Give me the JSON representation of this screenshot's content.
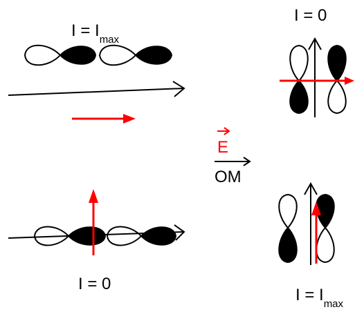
{
  "colors": {
    "field_arrow": "#ff0000",
    "axis": "#000000",
    "lobe_filled": "#000000",
    "lobe_empty": "#ffffff"
  },
  "labels": {
    "top_left": {
      "prefix": "I = I",
      "sub": "max"
    },
    "top_right": {
      "text": "I = 0"
    },
    "bottom_left": {
      "text": "I = 0"
    },
    "bottom_right": {
      "prefix": "I = I",
      "sub": "max"
    }
  },
  "center_legend": {
    "field_symbol": "E",
    "operator": "OM"
  },
  "panels": [
    {
      "name": "top-left",
      "orbital_orientation": "horizontal",
      "field": "parallel-to-axis",
      "intensity": "I = Imax"
    },
    {
      "name": "top-right",
      "orbital_orientation": "vertical",
      "field": "perpendicular-to-axis",
      "intensity": "I = 0"
    },
    {
      "name": "bottom-left",
      "orbital_orientation": "horizontal",
      "field": "perpendicular-to-axis",
      "intensity": "I = 0"
    },
    {
      "name": "bottom-right",
      "orbital_orientation": "vertical",
      "field": "parallel-to-axis",
      "intensity": "I = Imax"
    }
  ]
}
